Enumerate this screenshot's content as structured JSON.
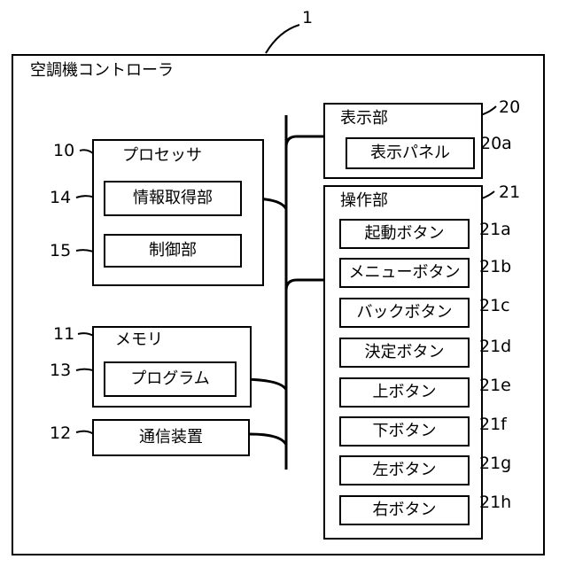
{
  "figure_ref": "1",
  "controller": {
    "label": "空調機コントローラ"
  },
  "processor": {
    "ref": "10",
    "label": "プロセッサ",
    "info_acquisition": {
      "ref": "14",
      "label": "情報取得部"
    },
    "control_unit": {
      "ref": "15",
      "label": "制御部"
    }
  },
  "memory": {
    "ref": "11",
    "label": "メモリ",
    "program": {
      "ref": "13",
      "label": "プログラム"
    }
  },
  "communication": {
    "ref": "12",
    "label": "通信装置"
  },
  "display": {
    "ref": "20",
    "label": "表示部",
    "panel": {
      "ref": "20a",
      "label": "表示パネル"
    }
  },
  "operation": {
    "ref": "21",
    "label": "操作部",
    "buttons": [
      {
        "ref": "21a",
        "label": "起動ボタン"
      },
      {
        "ref": "21b",
        "label": "メニューボタン"
      },
      {
        "ref": "21c",
        "label": "バックボタン"
      },
      {
        "ref": "21d",
        "label": "決定ボタン"
      },
      {
        "ref": "21e",
        "label": "上ボタン"
      },
      {
        "ref": "21f",
        "label": "下ボタン"
      },
      {
        "ref": "21g",
        "label": "左ボタン"
      },
      {
        "ref": "21h",
        "label": "右ボタン"
      }
    ]
  }
}
